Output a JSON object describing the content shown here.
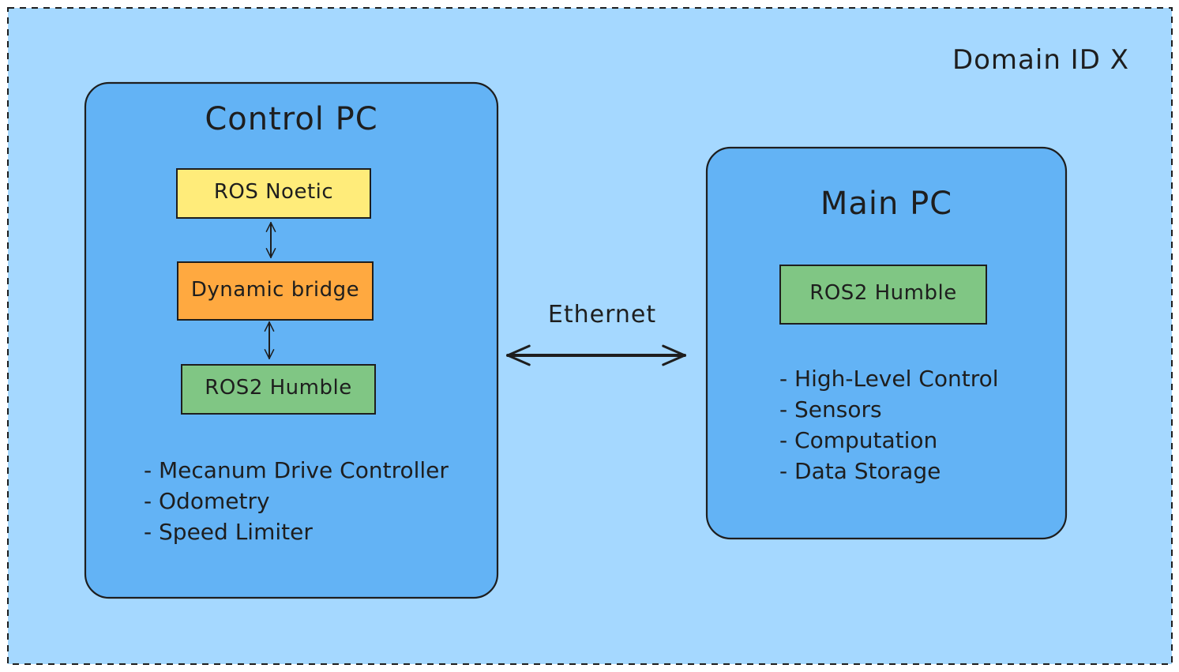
{
  "domain": {
    "label": "Domain ID X",
    "background": "#a5d8ff",
    "border_color": "#1e1e1e"
  },
  "control_pc": {
    "title": "Control PC",
    "fill": "#63b3f5",
    "stack": [
      {
        "label": "ROS Noetic",
        "color": "#ffec7a"
      },
      {
        "label": "Dynamic bridge",
        "color": "#ffa940"
      },
      {
        "label": "ROS2 Humble",
        "color": "#80c684"
      }
    ],
    "features": [
      "Mecanum Drive Controller",
      "Odometry",
      "Speed Limiter"
    ]
  },
  "link": {
    "label": "Ethernet"
  },
  "main_pc": {
    "title": "Main PC",
    "fill": "#63b3f5",
    "stack": [
      {
        "label": "ROS2 Humble",
        "color": "#80c684"
      }
    ],
    "features": [
      "High-Level Control",
      "Sensors",
      "Computation",
      "Data Storage"
    ]
  }
}
